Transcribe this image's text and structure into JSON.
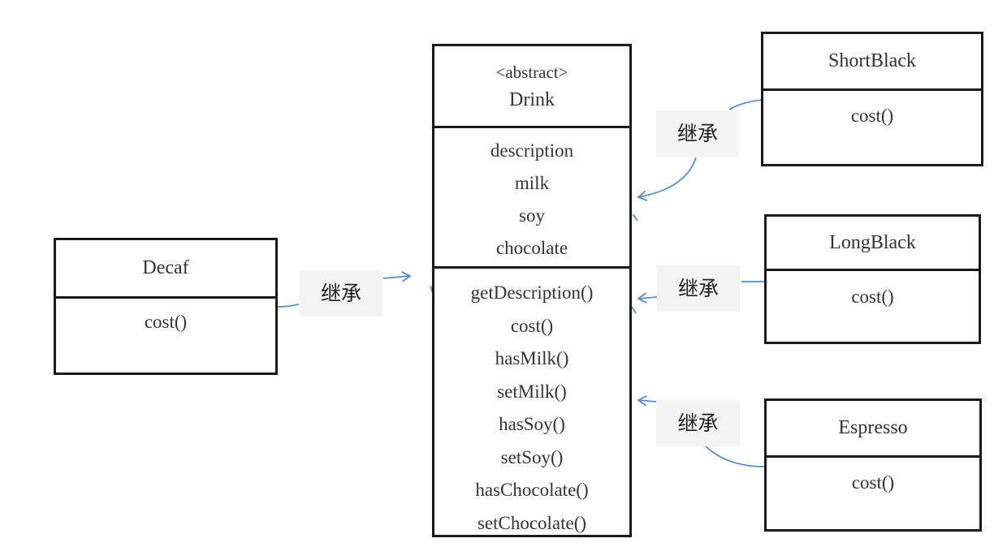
{
  "drink": {
    "stereotype": "<abstract>",
    "name": "Drink",
    "attributes": [
      "description",
      "milk",
      "soy",
      "chocolate"
    ],
    "methods": [
      "getDescription()",
      "cost()",
      "hasMilk()",
      "setMilk()",
      "hasSoy()",
      "setSoy()",
      "hasChocolate()",
      "setChocolate()"
    ]
  },
  "decaf": {
    "name": "Decaf",
    "method": "cost()"
  },
  "short_black": {
    "name": "ShortBlack",
    "method": "cost()"
  },
  "long_black": {
    "name": "LongBlack",
    "method": "cost()"
  },
  "espresso": {
    "name": "Espresso",
    "method": "cost()"
  },
  "relations": {
    "decaf_label": "继承",
    "short_black_label": "继承",
    "long_black_label": "继承",
    "espresso_label": "继承"
  },
  "colors": {
    "box_border": "#1a1a1a",
    "arrow": "#5a8cc6",
    "label_bg": "#f4f4f4"
  }
}
